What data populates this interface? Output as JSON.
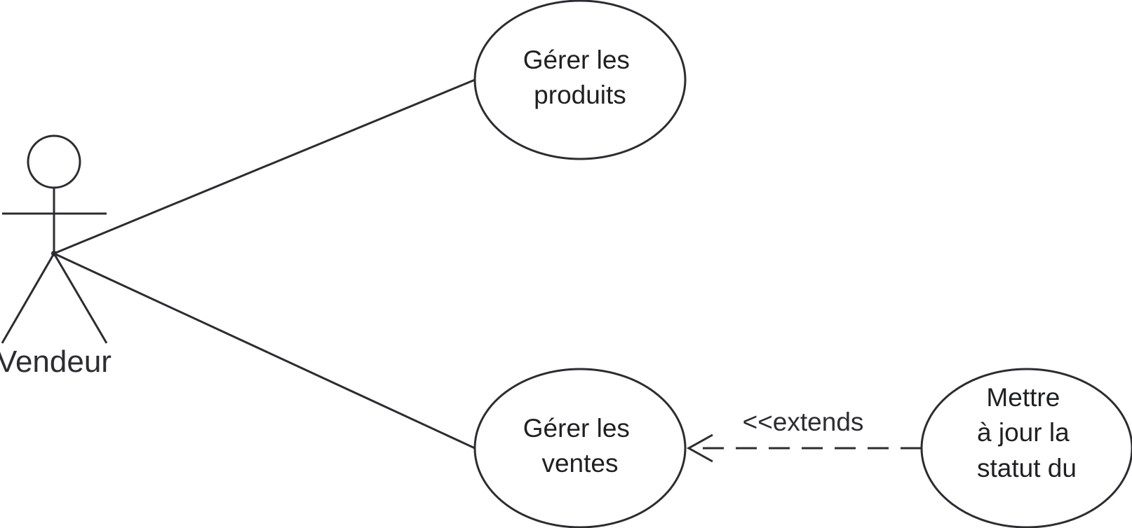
{
  "actor": {
    "name": "Vendeur"
  },
  "use_cases": [
    {
      "id": "gerer-produits",
      "lines": [
        "Gérer les",
        "produits"
      ]
    },
    {
      "id": "gerer-ventes",
      "lines": [
        "Gérer les",
        "ventes"
      ]
    },
    {
      "id": "mettre-a-jour-statut",
      "lines": [
        "Mettre",
        "à jour la",
        "statut du"
      ]
    }
  ],
  "relationships": {
    "extend_label": "<<extends"
  },
  "colors": {
    "line": "#2c2d33",
    "text": "#1f2024",
    "background": "#ffffff"
  }
}
